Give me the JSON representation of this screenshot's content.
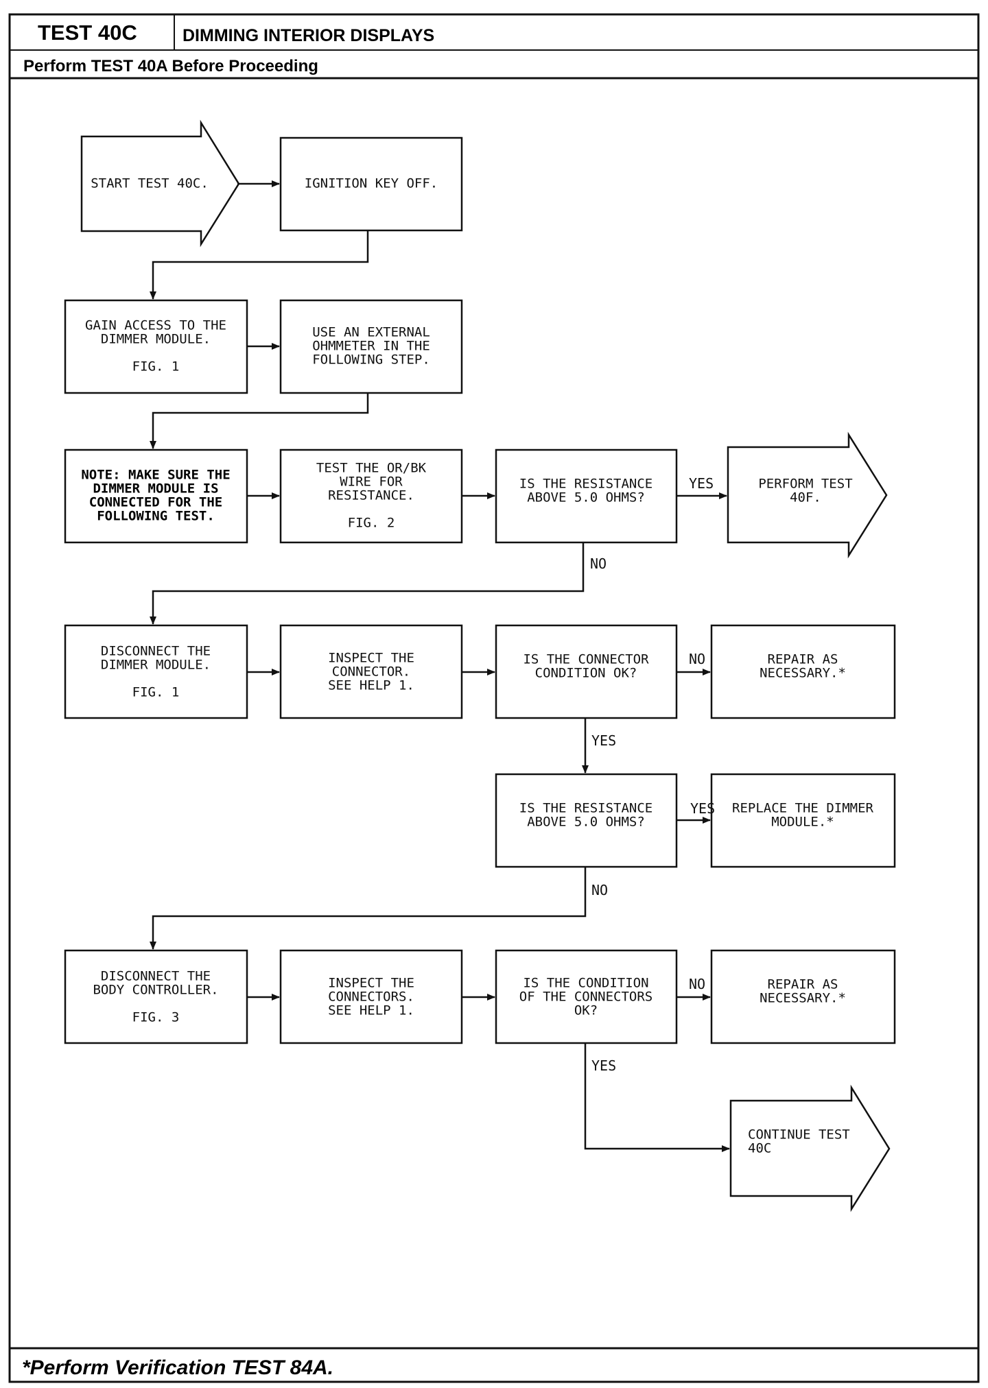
{
  "header": {
    "test_id": "TEST 40C",
    "title": "DIMMING INTERIOR DISPLAYS",
    "subtitle": "Perform TEST 40A Before Proceeding"
  },
  "footer": {
    "note": "*Perform Verification TEST 84A."
  },
  "nodes": {
    "start": [
      "START TEST 40C."
    ],
    "ignition": [
      "IGNITION KEY OFF."
    ],
    "gain_access": [
      "GAIN ACCESS TO THE",
      "DIMMER MODULE.",
      "",
      "FIG. 1"
    ],
    "use_ohmmeter": [
      "USE AN EXTERNAL",
      "OHMMETER IN THE",
      "FOLLOWING STEP."
    ],
    "note_dimmer": [
      "NOTE: MAKE SURE THE",
      "DIMMER MODULE IS",
      "CONNECTED FOR THE",
      "FOLLOWING TEST."
    ],
    "test_wire": [
      "TEST THE OR/BK",
      "WIRE FOR",
      "RESISTANCE.",
      "",
      "FIG. 2"
    ],
    "q_resist_1": [
      "IS THE RESISTANCE",
      "ABOVE 5.0 OHMS?"
    ],
    "perform_40f": [
      "PERFORM TEST",
      "40F."
    ],
    "disconnect_dimmer": [
      "DISCONNECT THE",
      "DIMMER MODULE.",
      "",
      "FIG. 1"
    ],
    "inspect_connector": [
      "INSPECT THE",
      "CONNECTOR.",
      "SEE HELP 1."
    ],
    "q_connector_ok": [
      "IS THE CONNECTOR",
      "CONDITION OK?"
    ],
    "repair_1": [
      "REPAIR AS",
      "NECESSARY.*"
    ],
    "q_resist_2": [
      "IS THE RESISTANCE",
      "ABOVE 5.0 OHMS?"
    ],
    "replace_dimmer": [
      "REPLACE THE DIMMER",
      "MODULE.*"
    ],
    "disconnect_body": [
      "DISCONNECT THE",
      "BODY CONTROLLER.",
      "",
      "FIG. 3"
    ],
    "inspect_connectors": [
      "INSPECT THE",
      "CONNECTORS.",
      "SEE HELP 1."
    ],
    "q_connectors_ok": [
      "IS THE CONDITION",
      "OF THE CONNECTORS",
      "OK?"
    ],
    "repair_2": [
      "REPAIR AS",
      "NECESSARY.*"
    ],
    "continue_40c": [
      "CONTINUE TEST",
      "40C"
    ]
  },
  "edge_labels": {
    "yes": "YES",
    "no": "NO"
  }
}
